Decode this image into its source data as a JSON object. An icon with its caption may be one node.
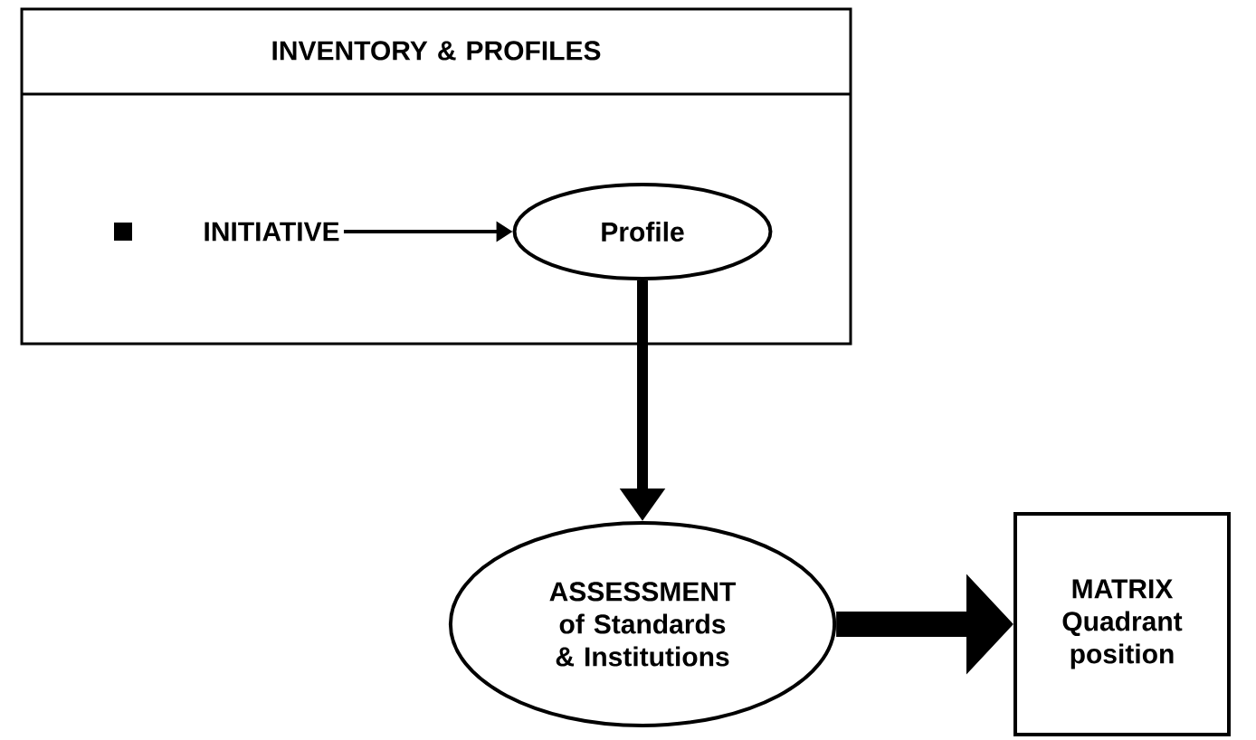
{
  "diagram": {
    "nodes": [
      {
        "text": [
          "INVENTORY & PROFILES"
        ]
      },
      {
        "text": [
          "INITIATIVE"
        ],
        "in": 0
      },
      {
        "text": [
          "Profile"
        ],
        "in": 0
      },
      {
        "text": [
          "ASSESSMENT of Standards & Institutions"
        ]
      },
      {
        "text": [
          "MATRIX Quadrant position"
        ]
      }
    ],
    "edges": [
      {
        "from": 1,
        "to": 2,
        "arrow": "to"
      },
      {
        "from": 2,
        "to": 3,
        "arrow": "to"
      },
      {
        "from": 3,
        "to": 4,
        "arrow": "to",
        "style": "thick"
      }
    ]
  }
}
